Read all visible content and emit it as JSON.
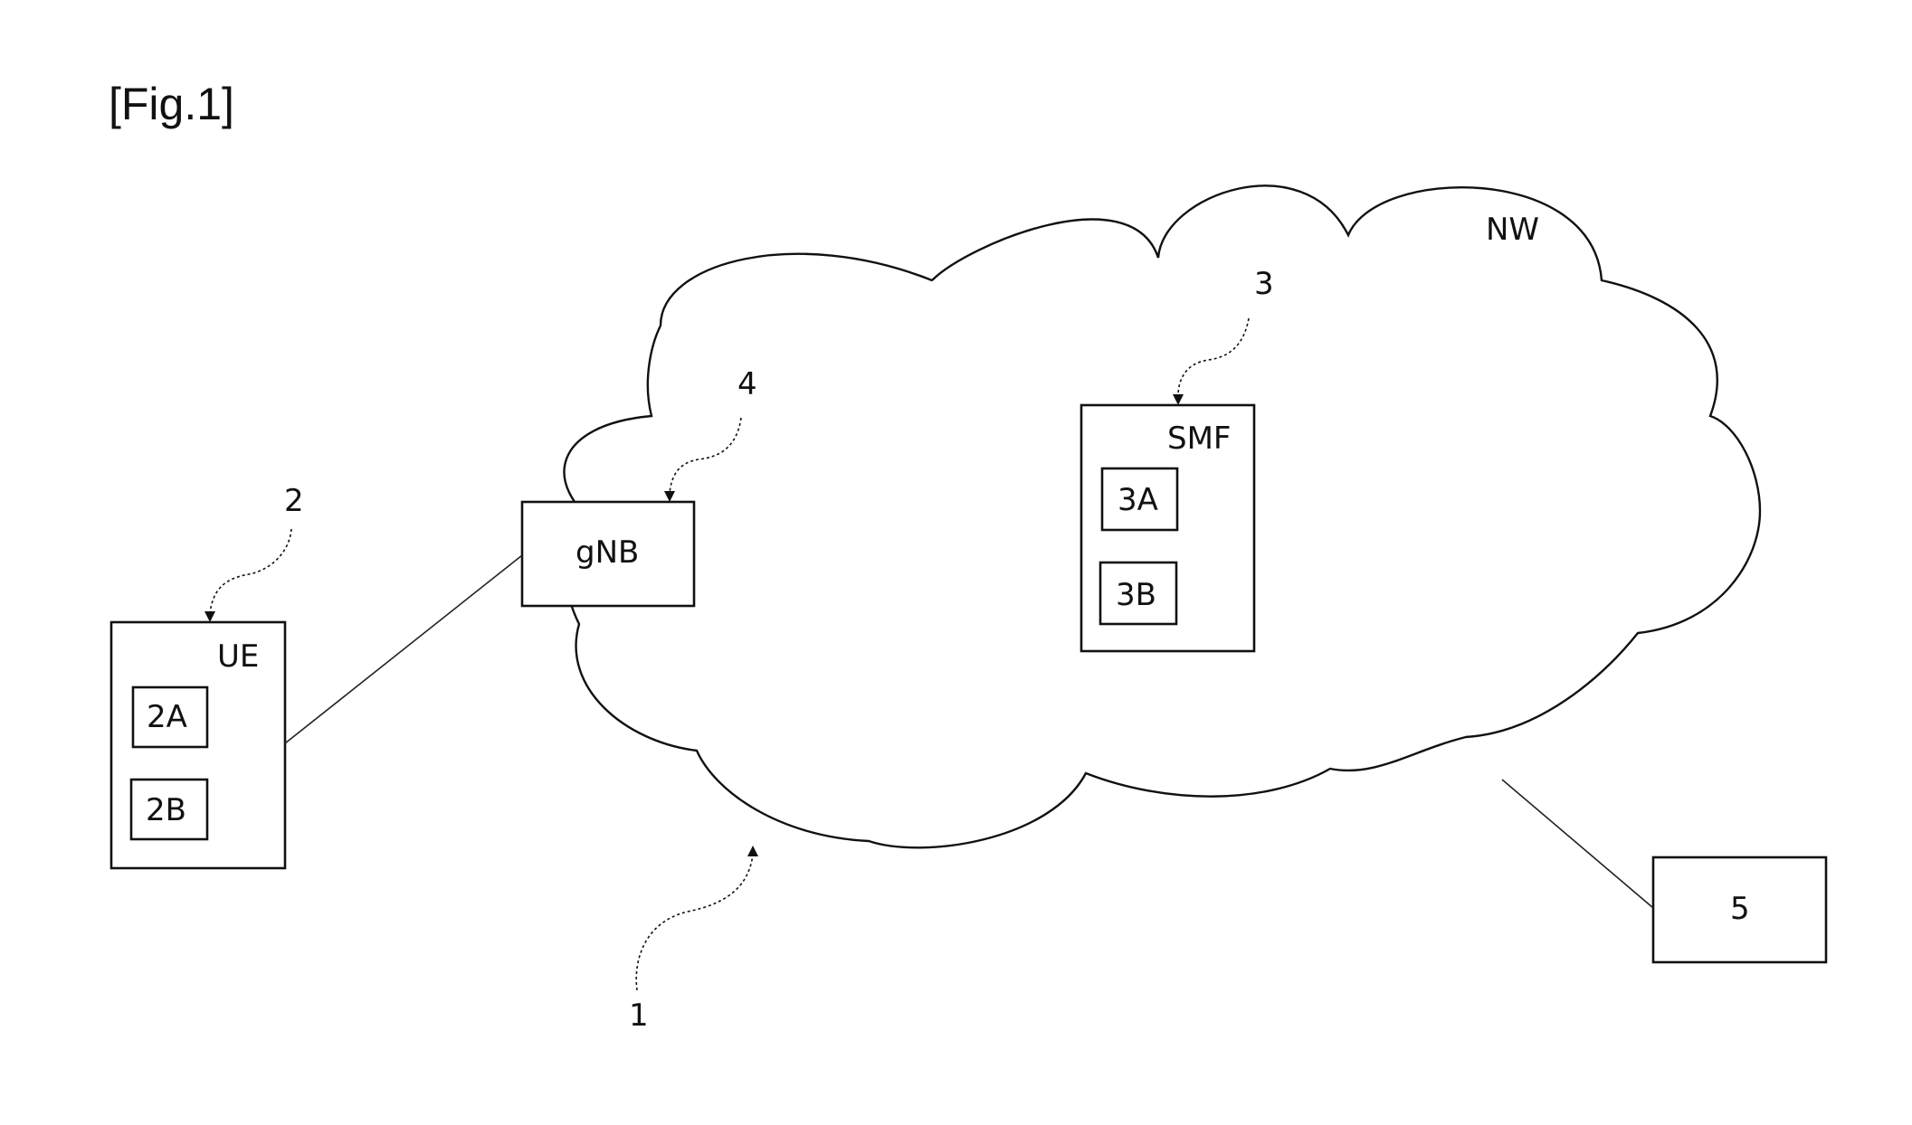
{
  "figure": {
    "title": "[Fig.1]"
  },
  "network": {
    "label": "NW",
    "reference": "1"
  },
  "ue": {
    "label": "UE",
    "reference": "2",
    "sub_a": "2A",
    "sub_b": "2B"
  },
  "smf": {
    "label": "SMF",
    "reference": "3",
    "sub_a": "3A",
    "sub_b": "3B"
  },
  "gnb": {
    "label": "gNB",
    "reference": "4"
  },
  "external": {
    "label": "5"
  }
}
